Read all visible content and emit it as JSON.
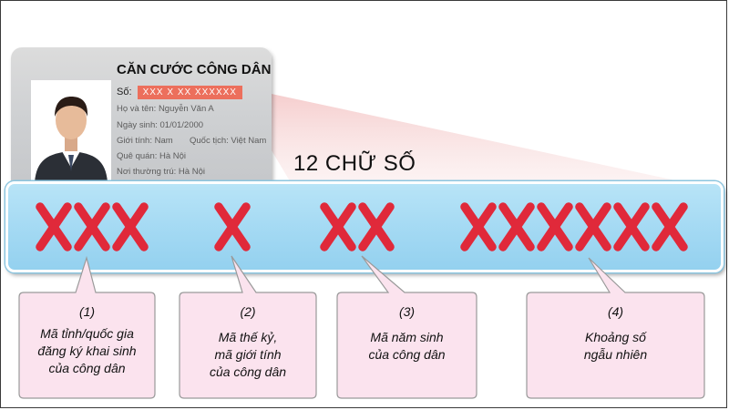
{
  "card": {
    "title": "CĂN CƯỚC CÔNG DÂN",
    "number_label": "Số:",
    "number_value": "XXX  X  XX  XXXXXX",
    "name_line": "Họ và tên: Nguyễn Văn A",
    "dob_line": "Ngày sinh: 01/01/2000",
    "sex_line": "Giới tính: Nam",
    "nationality_line": "Quốc tịch: Việt Nam",
    "hometown_line": "Quê quán: Hà Nội",
    "residence_line": "Nơi thường trú: Hà Nội"
  },
  "digits_title": "12 CHỮ SỐ",
  "groups": [
    {
      "count": 3
    },
    {
      "count": 1
    },
    {
      "count": 2
    },
    {
      "count": 6
    }
  ],
  "callouts": [
    {
      "number": "(1)",
      "lines": [
        "Mã tỉnh/quốc gia",
        "đăng ký khai sinh",
        "của công dân"
      ]
    },
    {
      "number": "(2)",
      "lines": [
        "Mã thế kỷ,",
        "mã giới tính",
        "của công dân"
      ]
    },
    {
      "number": "(3)",
      "lines": [
        "Mã năm sinh",
        "của công dân"
      ]
    },
    {
      "number": "(4)",
      "lines": [
        "Khoảng số",
        "ngẫu nhiên"
      ]
    }
  ],
  "colors": {
    "x_mark": "#e0293a",
    "band": "#a3d9f3",
    "callout_fill": "#fbe3ee",
    "callout_stroke": "#9a9a9a",
    "card_number_highlight": "#ec6f5c"
  }
}
